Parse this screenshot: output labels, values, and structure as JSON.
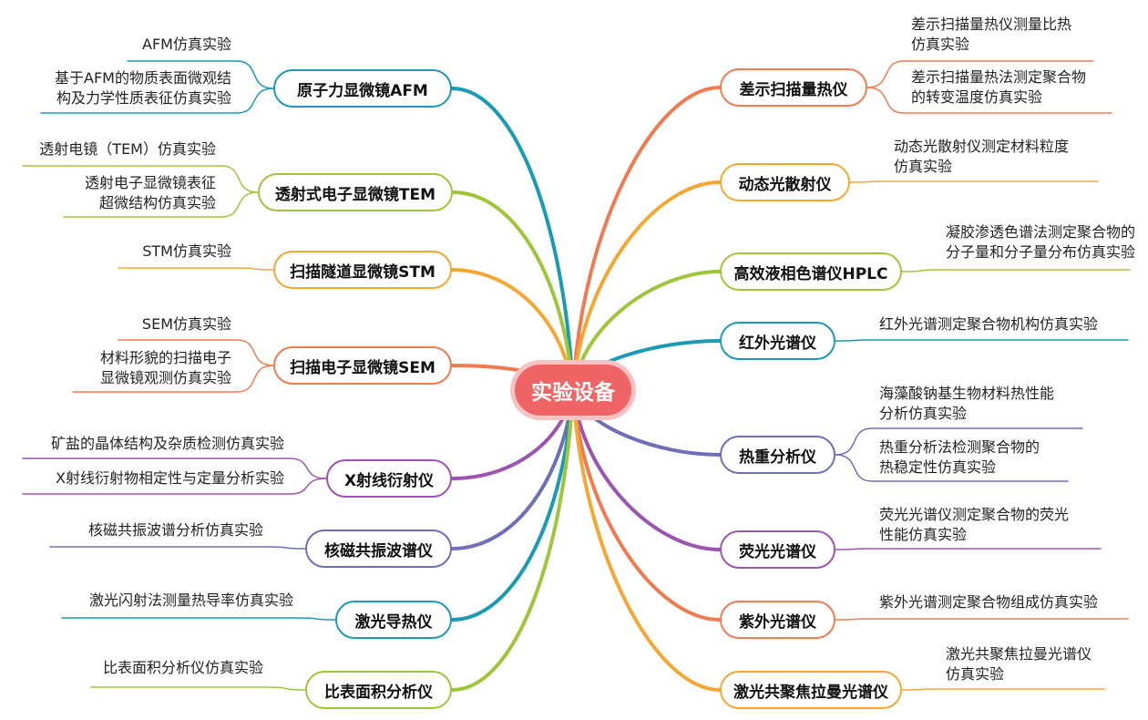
{
  "center": "实验设备",
  "left_branches": [
    {
      "label": "原子力显微镜AFM",
      "color": "#1a9bb5",
      "leaves": [
        [
          "AFM仿真实验"
        ],
        [
          "基于AFM的物质表面微观结",
          "构及力学性质表征仿真实验"
        ]
      ]
    },
    {
      "label": "透射式电子显微镜TEM",
      "color": "#9fc53a",
      "leaves": [
        [
          "透射电镜（TEM）仿真实验"
        ],
        [
          "透射电子显微镜表征",
          "超微结构仿真实验"
        ]
      ]
    },
    {
      "label": "扫描隧道显微镜STM",
      "color": "#f5a733",
      "leaves": [
        [
          "STM仿真实验"
        ]
      ]
    },
    {
      "label": "扫描电子显微镜SEM",
      "color": "#f07b50",
      "leaves": [
        [
          "SEM仿真实验"
        ],
        [
          "材料形貌的扫描电子",
          "显微镜观测仿真实验"
        ]
      ]
    },
    {
      "label": "X射线衍射仪",
      "color": "#9b55b0",
      "leaves": [
        [
          "矿盐的晶体结构及杂质检测仿真实验"
        ],
        [
          "X射线衍射物相定性与定量分析实验"
        ]
      ]
    },
    {
      "label": "核磁共振波谱仪",
      "color": "#6f6fb8",
      "leaves": [
        [
          "核磁共振波谱分析仿真实验"
        ]
      ]
    },
    {
      "label": "激光导热仪",
      "color": "#1a9bb5",
      "leaves": [
        [
          "激光闪射法测量热导率仿真实验"
        ]
      ]
    },
    {
      "label": "比表面积分析仪",
      "color": "#9fc53a",
      "leaves": [
        [
          "比表面积分析仪仿真实验"
        ]
      ]
    }
  ],
  "right_branches": [
    {
      "label": "差示扫描量热仪",
      "color": "#f07b50",
      "leaves": [
        [
          "差示扫描量热仪测量比热",
          "仿真实验"
        ],
        [
          "差示扫描量热法测定聚合物",
          "的转变温度仿真实验"
        ]
      ]
    },
    {
      "label": "动态光散射仪",
      "color": "#f5a733",
      "leaves": [
        [
          "动态光散射仪测定材料粒度",
          "仿真实验"
        ]
      ]
    },
    {
      "label": "高效液相色谱仪HPLC",
      "color": "#9fc53a",
      "leaves": [
        [
          "凝胶渗透色谱法测定聚合物的",
          "分子量和分子量分布仿真实验"
        ]
      ]
    },
    {
      "label": "红外光谱仪",
      "color": "#1a9bb5",
      "leaves": [
        [
          "红外光谱测定聚合物机构仿真实验"
        ]
      ]
    },
    {
      "label": "热重分析仪",
      "color": "#6f6fb8",
      "leaves": [
        [
          "海藻酸钠基生物材料热性能",
          "分析仿真实验"
        ],
        [
          "热重分析法检测聚合物的",
          "热稳定性仿真实验"
        ]
      ]
    },
    {
      "label": "荧光光谱仪",
      "color": "#9b55b0",
      "leaves": [
        [
          "荧光光谱仪测定聚合物的荧光",
          "性能仿真实验"
        ]
      ]
    },
    {
      "label": "紫外光谱仪",
      "color": "#f07b50",
      "leaves": [
        [
          "紫外光谱测定聚合物组成仿真实验"
        ]
      ]
    },
    {
      "label": "激光共聚焦拉曼光谱仪",
      "color": "#f5a733",
      "leaves": [
        [
          "激光共聚焦拉曼光谱仪",
          "仿真实验"
        ]
      ]
    }
  ]
}
